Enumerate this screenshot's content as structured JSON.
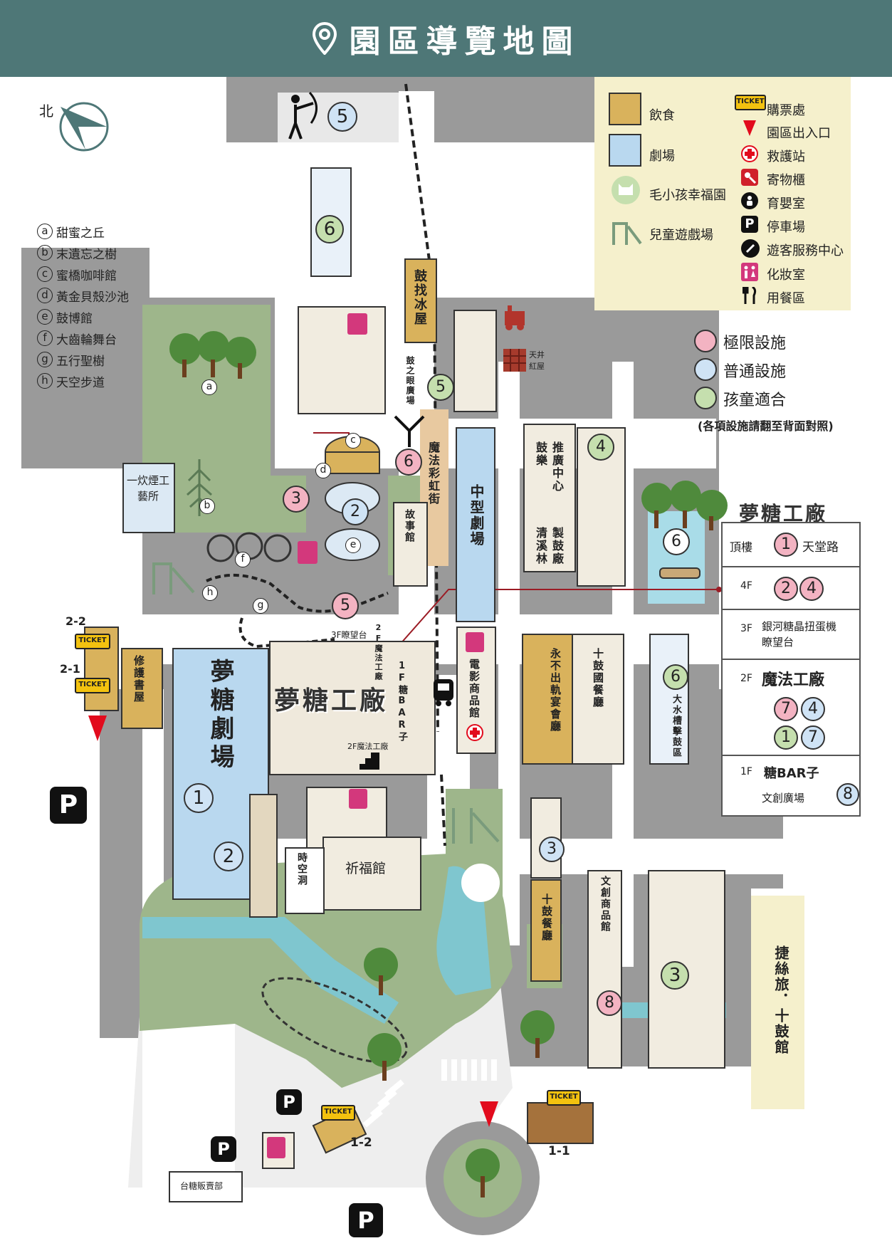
{
  "header": {
    "title": "園區導覽地圖",
    "icon": "map-pin-icon"
  },
  "compass": {
    "label": "北"
  },
  "legend": {
    "types": [
      {
        "label": "飲食",
        "icon": "tan-building-icon",
        "color": "#d9b25c"
      },
      {
        "label": "劇場",
        "icon": "blue-building-icon",
        "color": "#b9d8ef"
      },
      {
        "label": "毛小孩幸福園",
        "icon": "cat-icon"
      },
      {
        "label": "兒童遊戲場",
        "icon": "playground-icon"
      }
    ],
    "services": [
      {
        "label": "購票處",
        "icon": "ticket-icon"
      },
      {
        "label": "園區出入口",
        "icon": "entrance-marker-icon"
      },
      {
        "label": "救護站",
        "icon": "first-aid-icon"
      },
      {
        "label": "寄物櫃",
        "icon": "locker-icon"
      },
      {
        "label": "育嬰室",
        "icon": "nursing-room-icon"
      },
      {
        "label": "停車場",
        "icon": "parking-icon"
      },
      {
        "label": "遊客服務中心",
        "icon": "info-icon"
      },
      {
        "label": "化妝室",
        "icon": "restroom-icon"
      },
      {
        "label": "用餐區",
        "icon": "dining-icon"
      }
    ]
  },
  "facility_levels": {
    "items": [
      {
        "label": "極限設施",
        "color": "#f3b3c2"
      },
      {
        "label": "普通設施",
        "color": "#cfe3f5"
      },
      {
        "label": "孩童適合",
        "color": "#c5dfae"
      }
    ],
    "note": "(各項設施請翻至背面對照)"
  },
  "areas": [
    {
      "letter": "a",
      "label": "甜蜜之丘"
    },
    {
      "letter": "b",
      "label": "末遺忘之樹"
    },
    {
      "letter": "c",
      "label": "蜜橋咖啡館"
    },
    {
      "letter": "d",
      "label": "黃金貝殼沙池"
    },
    {
      "letter": "e",
      "label": "鼓博館"
    },
    {
      "letter": "f",
      "label": "大齒輪舞台"
    },
    {
      "letter": "g",
      "label": "五行聖樹"
    },
    {
      "letter": "h",
      "label": "天空步道"
    }
  ],
  "factory": {
    "title": "夢糖工廠",
    "floors": [
      {
        "floor": "頂樓",
        "nums": [
          "1"
        ],
        "text": "天堂路"
      },
      {
        "floor": "4F",
        "nums": [
          "2",
          "4"
        ],
        "text": ""
      },
      {
        "floor": "3F",
        "nums": [],
        "text": "銀河糖晶扭蛋機\n瞭望台"
      },
      {
        "floor": "2F",
        "nums": [
          "7",
          "4",
          "1",
          "7"
        ],
        "text": "魔法工廠"
      },
      {
        "floor": "1F",
        "nums": [
          "8"
        ],
        "text": "糖BAR子",
        "sub": "文創廣場"
      }
    ]
  },
  "buildings": {
    "ice_house": "鼓找冰屋",
    "drum_plaza": "鼓之眼廣場",
    "tianjing": "天井紅屋",
    "magic_street": "魔法彩虹街",
    "mid_theater": "中型劇場",
    "promo_center": "推廣中心",
    "drum_music": "鼓樂",
    "drum_factory": "製鼓廠",
    "qingxi": "清溪林",
    "story_house": "故事館",
    "craft": "一炊煙工藝所",
    "repair_books": "修護書屋",
    "dream_theater": "夢糖劇場",
    "dream_factory": "夢糖工廠",
    "lookout_3f": "3F瞭望台",
    "magic_2f": "2F魔法工廠",
    "magic_2f_b": "2F魔法工廠",
    "bar_1f": "1F糖BAR子",
    "movie_shop": "電影商品館",
    "never_derail": "永不出軌宴會廳",
    "ten_drum_banquet": "十鼓國餐廳",
    "big_water_tank": "大水槽擊鼓區",
    "prayer_hall": "祈福館",
    "time_tunnel": "時空洞",
    "ten_drum_restaurant": "十鼓餐廳",
    "creative_shop": "文創商品館",
    "hotel": "捷絲旅．十鼓館",
    "sugar_shop": "台糖販賣部"
  },
  "labels": {
    "ticket_2_2": "2-2",
    "ticket_2_1": "2-1",
    "ticket_1_2": "1-2",
    "ticket_1_1": "1-1",
    "ticket_word": "TICKET",
    "parking": "P"
  },
  "markers": {
    "five_top": "5",
    "six_top": "6",
    "five_mid": "5",
    "six_mid": "6",
    "three_left": "3",
    "two_mid": "2",
    "five_low": "5",
    "four_right": "4",
    "six_right": "6",
    "six_tank": "6",
    "one_theater": "1",
    "two_theater": "2",
    "three_right_a": "3",
    "three_right_b": "3",
    "eight_shop": "8",
    "a": "a",
    "b": "b",
    "c": "c",
    "d": "d",
    "e": "e",
    "f": "f",
    "g": "g",
    "h": "h"
  }
}
